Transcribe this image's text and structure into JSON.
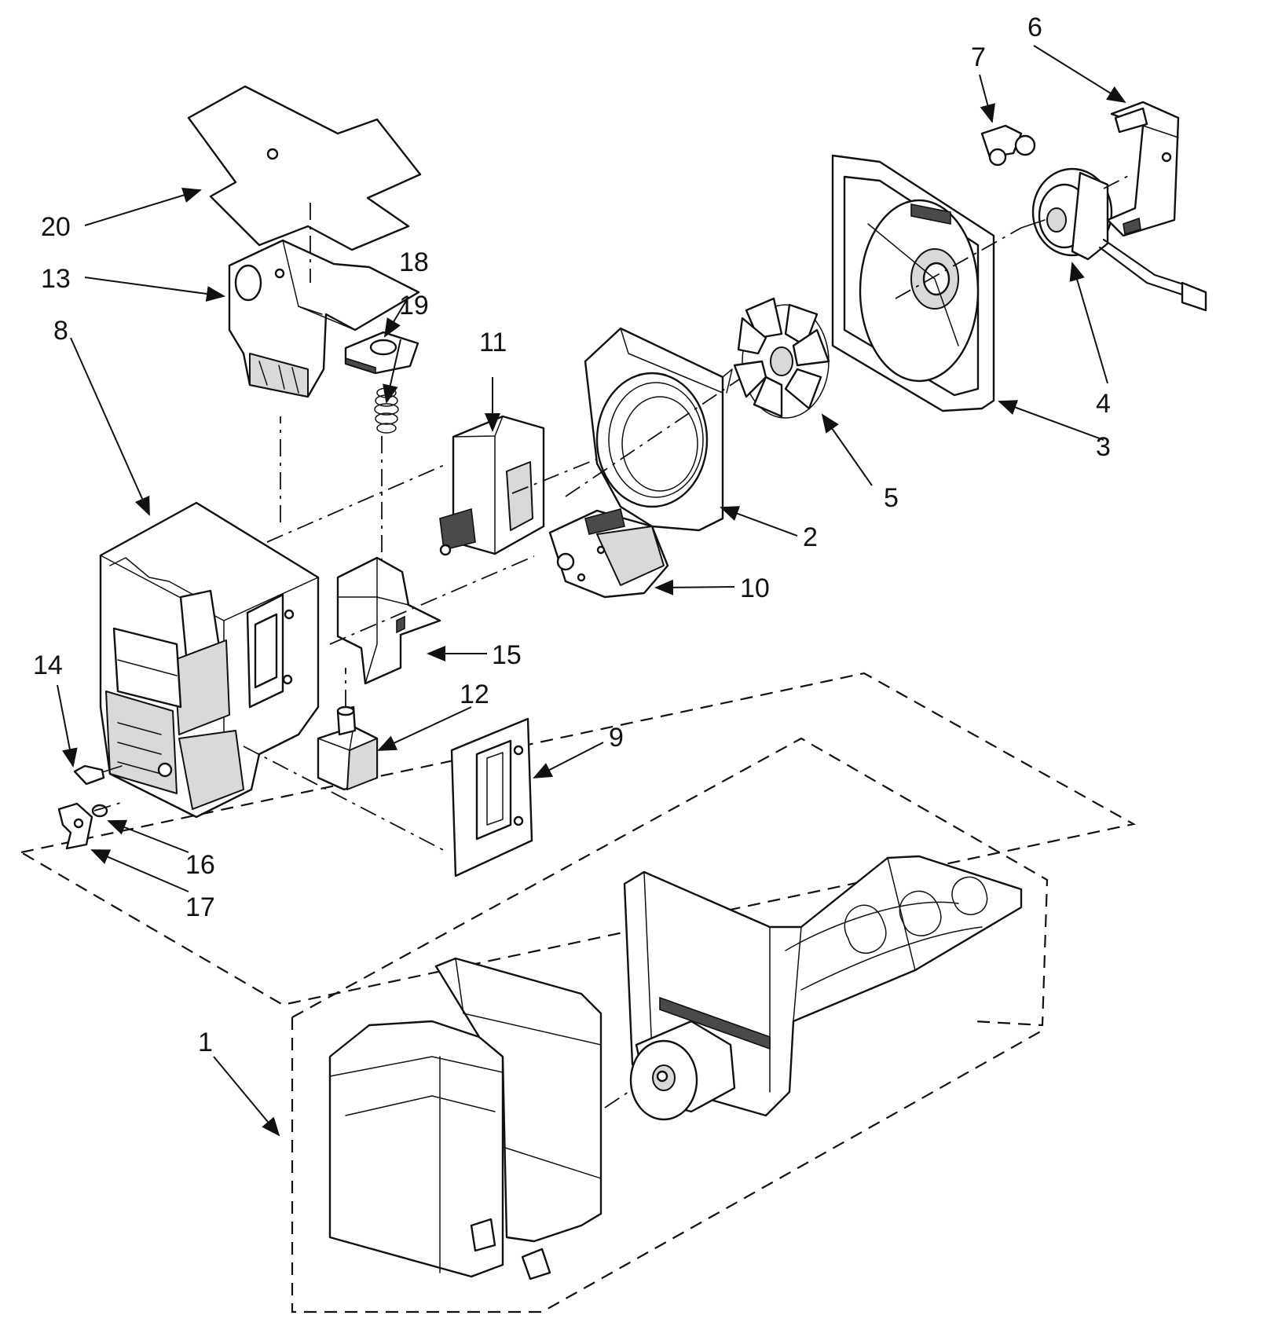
{
  "callouts": {
    "c1": "1",
    "c2": "2",
    "c3": "3",
    "c4": "4",
    "c5": "5",
    "c6": "6",
    "c7": "7",
    "c8": "8",
    "c9": "9",
    "c10": "10",
    "c11": "11",
    "c12": "12",
    "c13": "13",
    "c14": "14",
    "c15": "15",
    "c16": "16",
    "c17": "17",
    "c18": "18",
    "c19": "19",
    "c20": "20"
  },
  "colors": {
    "ink": "#111111",
    "paper": "#ffffff",
    "shade": "#d9d9d9"
  }
}
